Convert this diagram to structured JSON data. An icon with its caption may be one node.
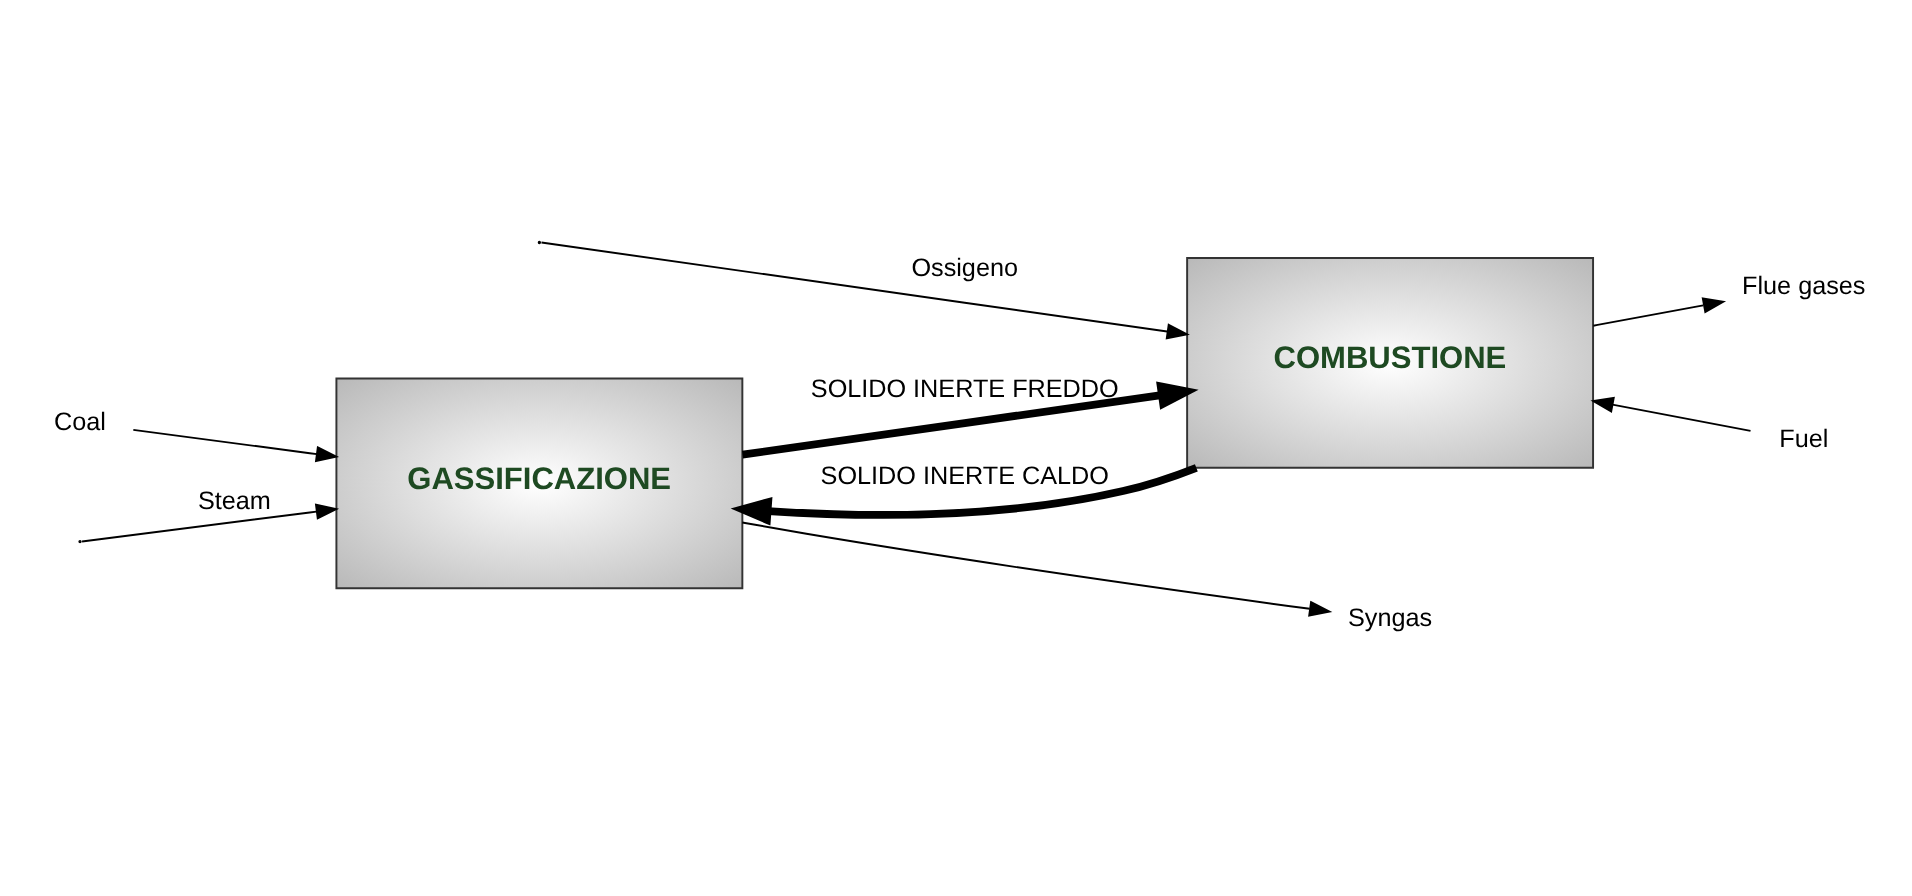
{
  "diagram": {
    "nodes": [
      {
        "text": [
          "GASSIFICAZIONE"
        ]
      },
      {
        "text": [
          "COMBUSTIONE"
        ]
      },
      {
        "text": [
          "Syngas"
        ]
      },
      {
        "text": [
          "Coal"
        ]
      },
      {
        "text": [
          "Flue gases"
        ]
      },
      {
        "text": [
          "Fuel"
        ]
      }
    ],
    "edges": [
      {
        "from": 1,
        "to": 0,
        "arrow": "to",
        "label": "SOLIDO INERTE CALDO",
        "style": "thick"
      },
      {
        "from": 0,
        "to": 1,
        "arrow": "to",
        "label": "SOLIDO INERTE FREDDO",
        "style": "thick"
      },
      {
        "from": 0,
        "to": 2,
        "arrow": "to"
      },
      {
        "from": 3,
        "to": 0,
        "arrow": "to"
      },
      {
        "from": null,
        "to": 0,
        "arrow": "to",
        "label": "Steam"
      },
      {
        "from": 1,
        "to": 4,
        "arrow": "to"
      },
      {
        "from": 5,
        "to": 1,
        "arrow": "to"
      },
      {
        "from": null,
        "to": 1,
        "arrow": "to",
        "label": "Ossigeno"
      }
    ]
  }
}
